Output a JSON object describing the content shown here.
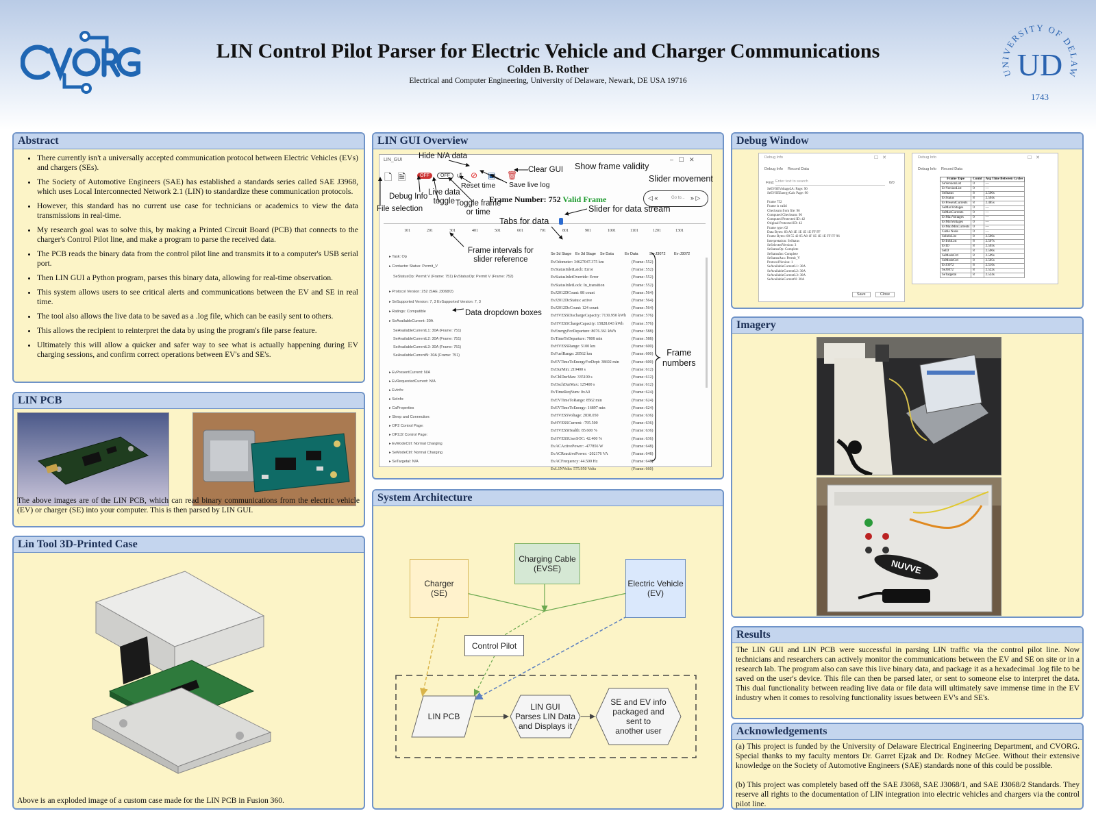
{
  "header": {
    "title": "LIN Control Pilot Parser for Electric Vehicle and Charger Communications",
    "author": "Colden B. Rother",
    "affiliation": "Electrical and Computer Engineering, University of Delaware, Newark, DE USA 19716",
    "logo_left_text": "CVORG",
    "seal_text": "UNIVERSITY OF DELAWARE",
    "seal_year": "1743",
    "seal_letters": "UD"
  },
  "abstract": {
    "heading": "Abstract",
    "bullets": [
      "There currently isn't a universally accepted communication protocol between Electric Vehicles (EVs) and chargers (SEs).",
      "The Society of Automotive Engineers (SAE) has established a standards series called SAE J3968, which uses Local Interconnected Network 2.1 (LIN) to standardize these communication protocols.",
      "However, this standard has no current use case for technicians or academics to view the data transmissions in real-time.",
      "My research goal was to solve this, by making a Printed Circuit Board (PCB) that connects to the charger's Control Pilot line, and make a program to parse the received data.",
      "The PCB reads the binary data from the control pilot line and transmits it to a computer's USB serial port.",
      "Then LIN GUI a Python program, parses this binary data, allowing for real-time observation.",
      "This system allows users to see critical alerts and communications between the EV and SE in real time.",
      "The tool also allows the live data to be saved as a .log file, which can be easily sent to others.",
      "This allows the recipient to reinterpret the data by using the program's file parse feature.",
      "Ultimately this will allow a quicker and safer way to see what is actually happening during EV charging sessions, and confirm correct operations between EV's and SE's."
    ]
  },
  "lin_pcb": {
    "heading": "LIN PCB",
    "caption": "The above images are of the LIN PCB, which can read binary communications from the electric vehicle (EV) or charger (SE) into your computer. This is then parsed by LIN GUI."
  },
  "case": {
    "heading": "Lin Tool 3D-Printed Case",
    "caption": "Above is an exploded image of a custom case made for the LIN PCB in Fusion 360."
  },
  "gui": {
    "heading": "LIN GUI Overview",
    "window_title": "LIN_GUI",
    "frame_number_label": "Frame Number: 752",
    "valid_label": "Valid Frame",
    "goto_placeholder": "Go to...",
    "annotations": {
      "hide_na": "Hide N/A data",
      "clear": "Clear GUI",
      "show_validity": "Show frame validity",
      "slider_movement": "Slider movement",
      "debug_info": "Debug Info",
      "reset_time": "Reset time",
      "save_log": "Save live log",
      "live_toggle": "Live data\ntoggle",
      "toggle_frame": "Toggle frame\nor time",
      "file_selection": "File selection",
      "slider_stream": "Slider for data stream",
      "tabs": "Tabs for data",
      "frame_intervals": "Frame intervals for\nslider reference",
      "dropdowns": "Data dropdown boxes",
      "frame_numbers": "Frame\nnumbers"
    },
    "tabs_list": [
      "Se 3d Stage",
      "Ev 3d Stage",
      "Se Data",
      "Ev Data",
      "Se-J3072",
      "Ev-J3072"
    ],
    "ticks": [
      "101",
      "201",
      "301",
      "401",
      "501",
      "601",
      "701",
      "801",
      "901",
      "1001",
      "1101",
      "1201",
      "1301"
    ],
    "left_tree": [
      "Task: Op",
      "Contactor Status: Permit_V",
      "SeStatusOp: Permit V (Frame: 751) EvStatusOp: Permit V (Frame: 752)",
      "Protocol Version: 252 (SAE J3068/2)",
      "SeSupported Version: 7, 3  EvSupported Version: 7, 3",
      "Ratings: Compatible",
      "SeAvailableCurrent: 30A",
      "SeAvailableCurrentL1: 30A (Frame: 751)",
      "SeAvailableCurrentL2: 30A (Frame: 751)",
      "SeAvailableCurrentL3: 30A (Frame: 751)",
      "SeAvailableCurrentN: 30A (Frame: 751)",
      "EvPresentCurrent: N/A",
      "EvRequestedCurrent: N/A",
      "EvInfo:",
      "SeInfo:",
      "CaProperties",
      "Sleep and Connection:",
      "OP2 Control Page:",
      "OP2J2 Control Page:",
      "EvModeCtrl: Normal Charging",
      "SeModeCtrl: Normal Charging",
      "SeTargetal: N/A"
    ],
    "right_list": [
      [
        "EvOdometer: 34627047.375 km",
        "(Frame: 552)"
      ],
      [
        "EvStatusInletLatch: Error",
        "(Frame: 552)"
      ],
      [
        "EvStatusInletOverride: Error",
        "(Frame: 552)"
      ],
      [
        "EvStatusInletLock: In_transition",
        "(Frame: 552)"
      ],
      [
        "EvJ2012DCount: 88 count",
        "(Frame: 564)"
      ],
      [
        "EvJ2012DcStatus: active",
        "(Frame: 564)"
      ],
      [
        "EvJ2012DcCount: 124 count",
        "(Frame: 564)"
      ],
      [
        "EvHVESSDischargeCapacity: 7130.950 kWh",
        "(Frame: 576)"
      ],
      [
        "EvHVESSChargeCapacity: 15828.043 kWh",
        "(Frame: 576)"
      ],
      [
        "EvEnergyForDeparture: 8076.361 kWh",
        "(Frame: 588)"
      ],
      [
        "EvTimeToDeparture: 7808 min",
        "(Frame: 588)"
      ],
      [
        "EvHVESSRange: 5100 km",
        "(Frame: 600)"
      ],
      [
        "EvFuelRange: 28562 km",
        "(Frame: 600)"
      ],
      [
        "EvEVTimeToEnergyForDept: 38692 min",
        "(Frame: 600)"
      ],
      [
        "EvDurMin: 219400 s",
        "(Frame: 612)"
      ],
      [
        "EvChlDurMax: 335100 s",
        "(Frame: 612)"
      ],
      [
        "EvDschDurMax: 125400 s",
        "(Frame: 612)"
      ],
      [
        "EvTimeReqNum: 0xA0",
        "(Frame: 624)"
      ],
      [
        "EvEVTimeToRange: 8562 min",
        "(Frame: 624)"
      ],
      [
        "EvEVTimeToEnergy: 16897 min",
        "(Frame: 624)"
      ],
      [
        "EvHVESSVoltage: 2838.050",
        "(Frame: 636)"
      ],
      [
        "EvHVESSCurrent: -795.500",
        "(Frame: 636)"
      ],
      [
        "EvHVESSHealth: 85.600 %",
        "(Frame: 636)"
      ],
      [
        "EvHVESSUserSOC: 42.400 %",
        "(Frame: 636)"
      ],
      [
        "EvACActivePower: -477856 W",
        "(Frame: 648)"
      ],
      [
        "EvACReactivePower: -202176 VA",
        "(Frame: 648)"
      ],
      [
        "EvACFrequency: 44.500 Hz",
        "(Frame: 648)"
      ],
      [
        "EvL1NVolts: 575.950 Volts",
        "(Frame: 660)"
      ]
    ]
  },
  "debug": {
    "heading": "Debug Window",
    "win_title": "Debug Info",
    "tab1": "Debug Info",
    "tab2": "Record Data",
    "find_label": "Find:",
    "find_placeholder": "Enter text to search",
    "find_count": "0/0",
    "save": "Save",
    "close": "Close",
    "log_lines": [
      "SeEVSEVoltage2A: Page: 90",
      "SeEVSEEnergyCalc Page: 90",
      "",
      "Frame 752",
      "Frame is valid",
      "Checksum from file: 96",
      "Computed Checksum: 96",
      "Computed Protected ID: 42",
      "Original Protected ID: 42",
      "Frame type: 02",
      "Data Bytes: 83 A8 1E 1E 1E 1E FF FF",
      "Frame Bytes: 00 55 42 05 A8 1F 1E 1E 1E FF FF 96",
      "Interpretation: SeStatus",
      "SeSelectedVersion: 3",
      "SeStatusOp: Complete",
      "SeStatusInt: Complete",
      "SeStatusAux: Permit_V",
      "ProtocolVersion: 1",
      "SeAvailableCurrentL1: 30A",
      "SeAvailableCurrentL2: 30A",
      "SeAvailableCurrentL3: 30A",
      "SeAvailableCurrentN: 30A"
    ],
    "table_headers": [
      "Frame Type",
      "Count",
      "Avg Time Between Cycles"
    ],
    "table_rows": [
      [
        "SeVersionList",
        "0",
        "—"
      ],
      [
        "EvVersionList",
        "0",
        "—"
      ],
      [
        "SeStatus",
        "8",
        "2.500s"
      ],
      [
        "EvStatus",
        "8",
        "2.504s"
      ],
      [
        "EvPresentCurrents",
        "8",
        "2.485s"
      ],
      [
        "SeMaxVoltages",
        "0",
        "—"
      ],
      [
        "SeMaxCurrents",
        "0",
        "—"
      ],
      [
        "EvMaxVoltages",
        "0",
        "—"
      ],
      [
        "EvMinVoltages",
        "0",
        "—"
      ],
      [
        "EvMaxMinCurrents",
        "0",
        "—"
      ],
      [
        "Cable Node",
        "0",
        "—"
      ],
      [
        "SeInfoList",
        "8",
        "2.506s"
      ],
      [
        "EvInfoList",
        "8",
        "2.507s"
      ],
      [
        "EvID",
        "8",
        "2.503s"
      ],
      [
        "SeID",
        "8",
        "2.506s"
      ],
      [
        "SeModeCtrl",
        "8",
        "2.509s"
      ],
      [
        "SeModeCtrl",
        "8",
        "2.505s"
      ],
      [
        "EvJ3072",
        "8",
        "2.516s"
      ],
      [
        "SeJ3072",
        "8",
        "2.522s"
      ],
      [
        "SeTargetal",
        "8",
        "2.524s"
      ]
    ]
  },
  "imagery": {
    "heading": "Imagery",
    "brand_text": "NUVVE"
  },
  "architecture": {
    "heading": "System Architecture",
    "charger": "Charger\n(SE)",
    "cable": "Charging Cable\n(EVSE)",
    "ev": "Electric Vehicle\n(EV)",
    "pilot": "Control Pilot",
    "pcb": "LIN PCB",
    "gui": "LIN GUI\nParses LIN Data\nand Displays it",
    "share": "SE and EV info\npackaged and\nsent to\nanother user"
  },
  "results": {
    "heading": "Results",
    "text": "The LIN GUI and LIN PCB were successful in parsing LIN traffic via the control pilot line. Now technicians and researchers can actively monitor the communications between the EV and SE on site or in a research lab. The program also can save this live binary data, and package it as a hexadecimal .log file to be saved on the user's device. This file can then be parsed later, or sent to someone else to interpret the data. This dual functionality between reading live data or file data will ultimately save immense time in the EV industry when it comes to resolving functionality issues between EV's and SE's."
  },
  "ack": {
    "heading": "Acknowledgements",
    "text_a": "(a) This project is funded by the University of Delaware Electrical Engineering Department, and CVORG. Special thanks to my faculty mentors Dr. Garret Ejzak and Dr. Rodney McGee. Without their extensive knowledge on the Society of Automotive Engineers (SAE) standards none of this could be possible.",
    "text_b": "(b) This project was completely based off the SAE J3068, SAE J3068/1, and SAE J3068/2 Standards. They reserve all rights to the documentation of LIN integration into electric vehicles and chargers via the control pilot line."
  }
}
